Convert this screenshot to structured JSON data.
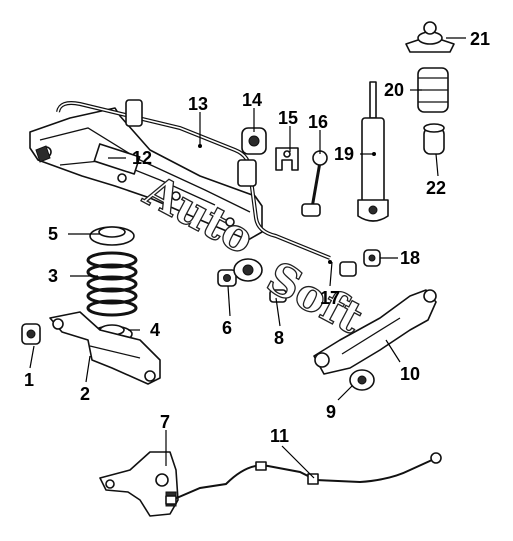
{
  "diagram": {
    "callouts": [
      "1",
      "2",
      "3",
      "4",
      "5",
      "6",
      "7",
      "8",
      "9",
      "10",
      "11",
      "12",
      "13",
      "14",
      "15",
      "16",
      "17",
      "18",
      "19",
      "20",
      "21",
      "22"
    ]
  },
  "watermark": {
    "text_a": "Auto",
    "text_b": "Soft"
  },
  "colors": {
    "line": "#111111",
    "background": "#ffffff"
  }
}
